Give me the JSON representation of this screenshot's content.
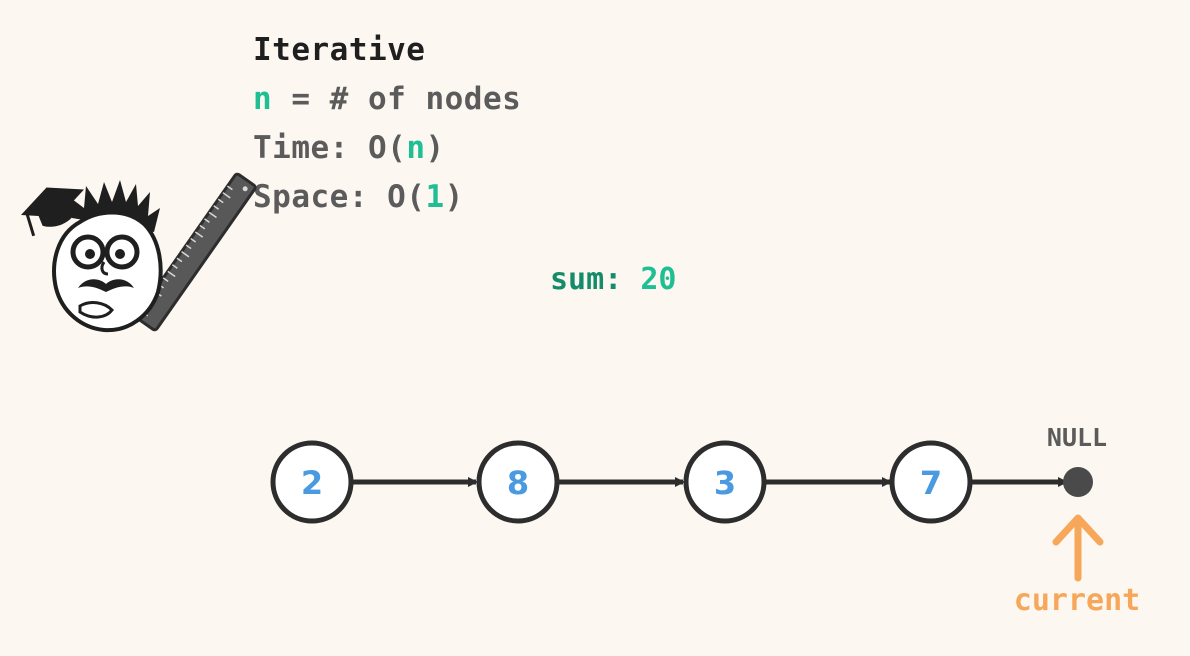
{
  "complexity": {
    "title": "Iterative",
    "n_symbol": "n",
    "n_definition": " = # of nodes",
    "time_prefix": "Time: O(",
    "time_var": "n",
    "time_suffix": ")",
    "space_prefix": "Space: O(",
    "space_var": "1",
    "space_suffix": ")"
  },
  "sum": {
    "label": "sum: ",
    "value": "20"
  },
  "linked_list": {
    "nodes": [
      "2",
      "8",
      "3",
      "7"
    ],
    "null_label": "NULL",
    "pointer_label": "current"
  },
  "colors": {
    "background": "#fdf7f2",
    "highlight": "#1fbf93",
    "node_value": "#4a9ae2",
    "pointer": "#f6a75a",
    "stroke": "#2d2d2d"
  },
  "icons": {
    "mascot": "professor-mascot-icon",
    "ruler": "ruler-icon"
  }
}
